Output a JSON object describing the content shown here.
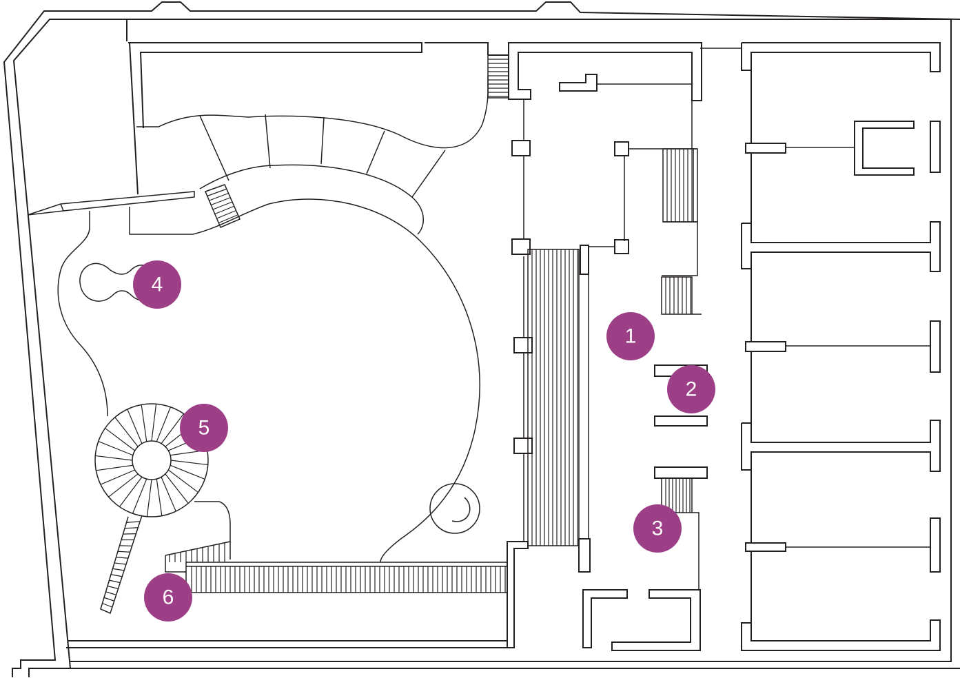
{
  "colors": {
    "wall": "#231f20",
    "background": "#ffffff",
    "marker_fill": "#9c3f87",
    "marker_text": "#ffffff"
  },
  "markers": [
    {
      "id": "1",
      "label": "1"
    },
    {
      "id": "2",
      "label": "2"
    },
    {
      "id": "3",
      "label": "3"
    },
    {
      "id": "4",
      "label": "4"
    },
    {
      "id": "5",
      "label": "5"
    },
    {
      "id": "6",
      "label": "6"
    }
  ]
}
